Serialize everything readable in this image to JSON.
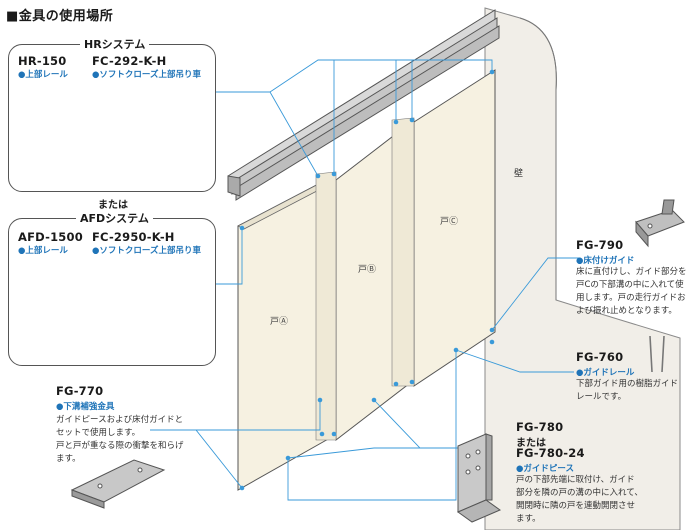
{
  "title": "■金具の使用場所",
  "hr_system": {
    "label": "HRシステム",
    "rail_model": "HR-150",
    "rail_name": "●上部レール",
    "hanger_model": "FC-292-K-H",
    "hanger_name": "●ソフトクローズ上部吊り車"
  },
  "or_text": "または",
  "afd_system": {
    "label": "AFDシステム",
    "rail_model": "AFD-1500",
    "rail_name": "●上部レール",
    "hanger_model": "FC-2950-K-H",
    "hanger_name": "●ソフトクローズ上部吊り車"
  },
  "fg770": {
    "model": "FG-770",
    "name": "●下溝補強金具",
    "desc": [
      "ガイドピースおよび床付ガイドと",
      "セットで使用します。",
      "戸と戸が重なる際の衝撃を和らげ",
      "ます。"
    ]
  },
  "fg790": {
    "model": "FG-790",
    "name": "●床付けガイド",
    "desc": [
      "床に直付けし、ガイド部分を",
      "戸Cの下部溝の中に入れて使",
      "用します。戸の走行ガイドお",
      "よび振れ止めとなります。"
    ]
  },
  "fg760": {
    "model": "FG-760",
    "name": "●ガイドレール",
    "desc": [
      "下部ガイド用の樹脂ガイド",
      "レールです。"
    ]
  },
  "fg780": {
    "model1": "FG-780",
    "or": "または",
    "model2": "FG-780-24",
    "name": "●ガイドピース",
    "desc": [
      "戸の下部先端に取付け、ガイド",
      "部分を隣の戸の溝の中に入れて、",
      "開閉時に隣の戸を連動開閉させ",
      "ます。"
    ]
  },
  "doors": {
    "a": "戸Ⓐ",
    "b": "戸Ⓑ",
    "c": "戸Ⓒ"
  },
  "wall": "壁",
  "colors": {
    "leader": "#3a9ad9",
    "door": "#f6f1e1",
    "wall": "#f1eee8",
    "accent": "#1f74b8"
  }
}
